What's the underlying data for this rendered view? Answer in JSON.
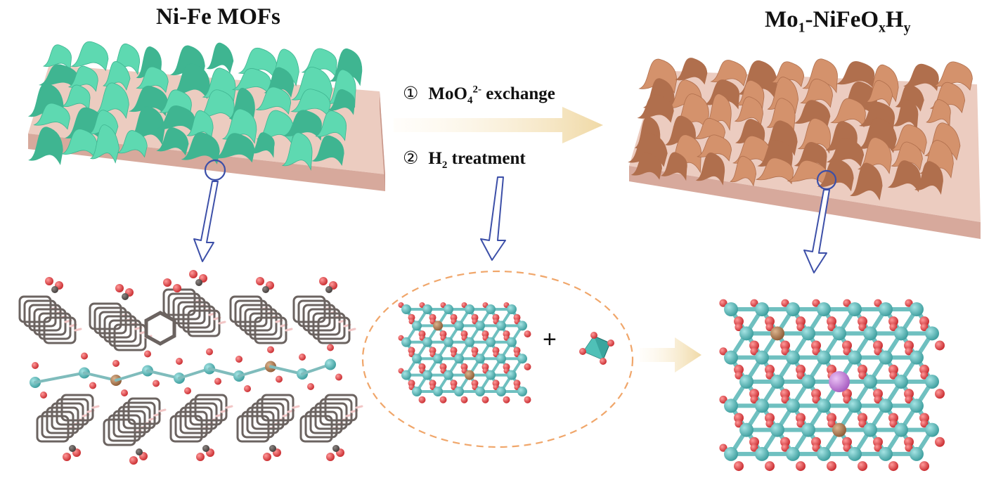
{
  "labels": {
    "left_title": "Ni-Fe MOFs",
    "right_title_main": "Mo",
    "right_title_sub1": "1",
    "right_title_mid": "-NiFeO",
    "right_title_sub2": "x",
    "right_title_h": "H",
    "right_title_sub3": "y",
    "step1_number": "①",
    "step1_text_a": "MoO",
    "step1_sub": "4",
    "step1_sup": "2-",
    "step1_text_b": " exchange",
    "step2_number": "②",
    "step2_text_a": "H",
    "step2_sub": "2",
    "step2_text_b": " treatment",
    "plus": "+"
  },
  "colors": {
    "mof_sheet": "#5ed9b1",
    "mof_sheet_dark": "#3fb591",
    "oxide_sheet": "#d4926c",
    "oxide_sheet_dark": "#b06f4d",
    "substrate": "#e8c4b8",
    "substrate_side": "#d9aca0",
    "carbon": "#5a5350",
    "oxygen": "#e0474a",
    "hydrogen": "#f2c6c6",
    "nickel": "#4fb8b8",
    "iron": "#b07a4c",
    "molybdenum": "#c27bd6",
    "outline_arrow": "#3c4fa8",
    "process_arrow": "#f2dfb4",
    "dashed_ellipse": "#f0a66a"
  }
}
